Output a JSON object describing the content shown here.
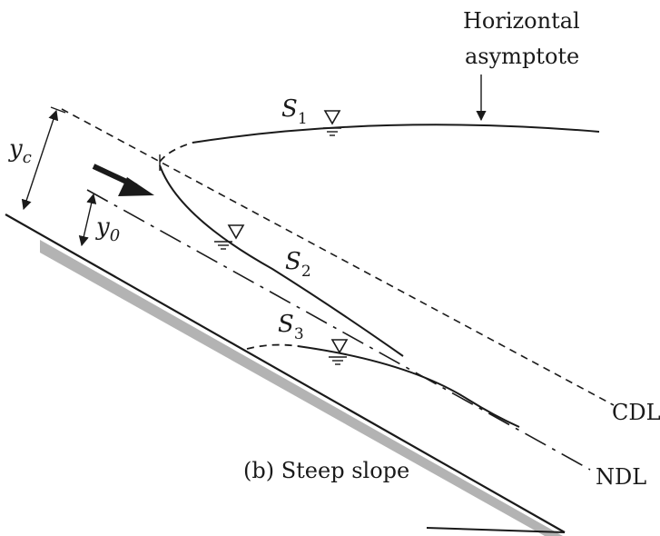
{
  "annotations": {
    "horizontal_asymptote_line1": "Horizontal",
    "horizontal_asymptote_line2": "asymptote",
    "caption": "(b) Steep slope",
    "cdl": "CDL",
    "ndl": "NDL"
  },
  "profiles": {
    "s1": {
      "letter": "S",
      "sub": "1"
    },
    "s2": {
      "letter": "S",
      "sub": "2"
    },
    "s3": {
      "letter": "S",
      "sub": "3"
    }
  },
  "depths": {
    "critical": {
      "letter": "y",
      "sub": "c"
    },
    "normal": {
      "letter": "y",
      "sub": "0"
    }
  },
  "colors": {
    "ink": "#1a1a1a",
    "bed_shade": "#b3b3b3"
  },
  "icons": [
    "water-surface-triangle-icon",
    "flow-direction-arrow-icon"
  ]
}
